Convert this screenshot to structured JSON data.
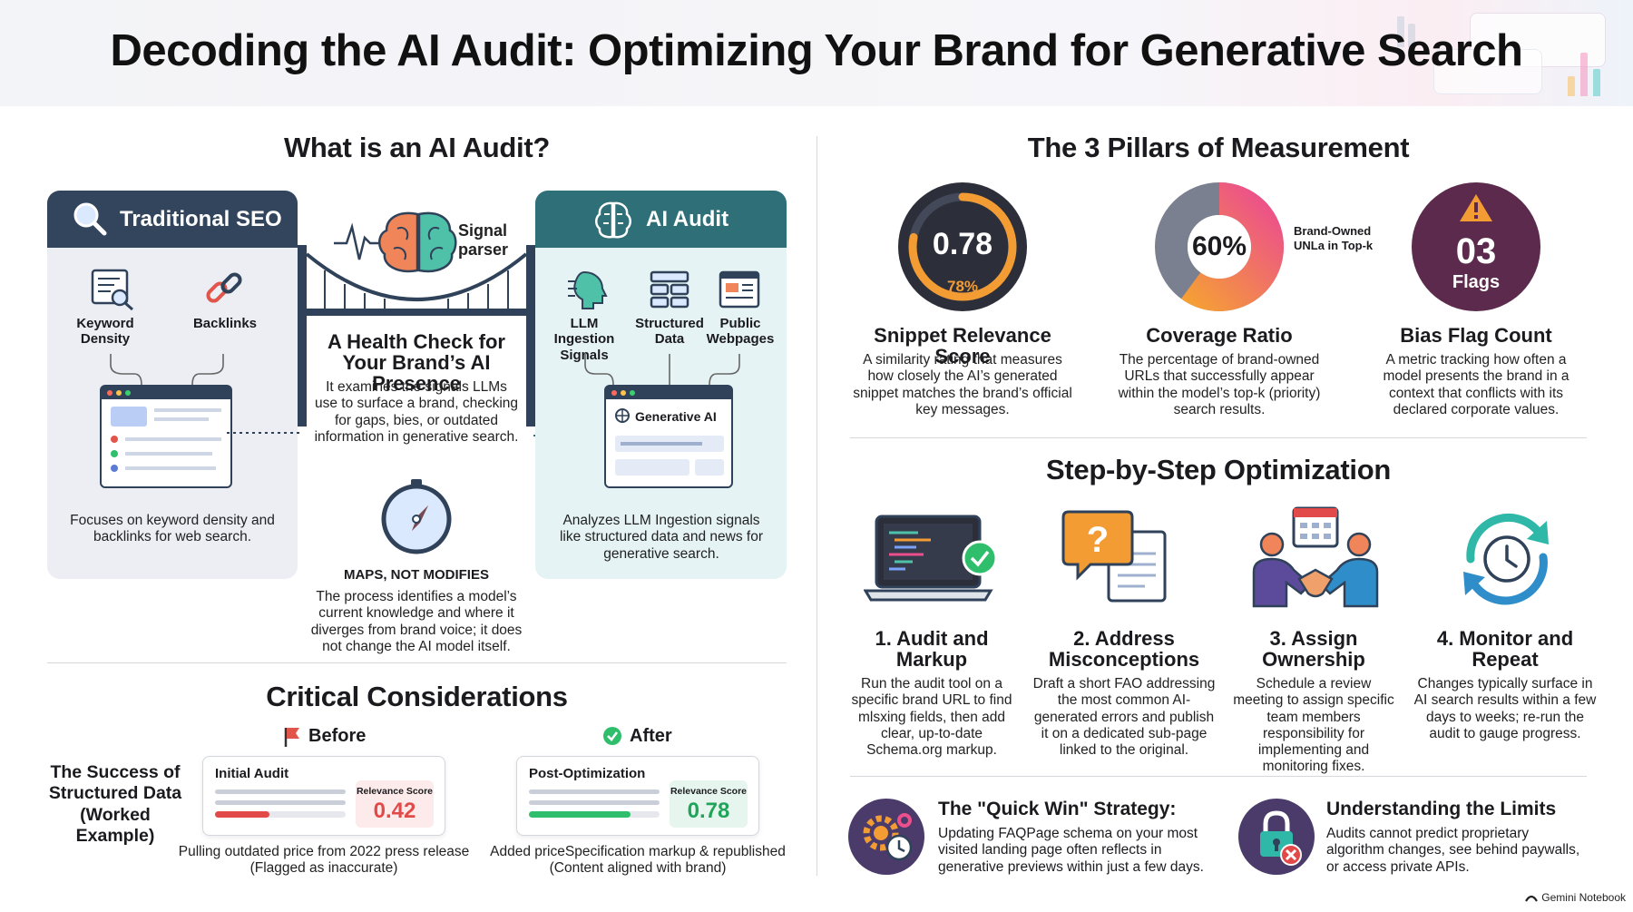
{
  "header": {
    "title": "Decoding the AI Audit: Optimizing Your Brand for Generative Search"
  },
  "colors": {
    "navy": "#2f4259",
    "teal": "#2f6f78",
    "orange": "#f39c34",
    "pink": "#ec4f8c",
    "purple": "#5a2a4e",
    "green": "#2fbf6c",
    "red": "#e24a4a"
  },
  "what": {
    "title": "What is an AI Audit?",
    "seo": {
      "title": "Traditional SEO",
      "item1": "Keyword Density",
      "item2": "Backlinks",
      "desc": "Focuses on keyword density and backlinks for web search."
    },
    "signal_parser": "Signal parser",
    "center_title": "A Health Check for Your Brand’s AI Presence",
    "center_desc": "It examines the signals LLMs use to surface a brand, checking for gaps, bies, or outdated information in generative search.",
    "maps_title": "MAPS, NOT MODIFIES",
    "maps_desc": "The process identifies a model’s current knowledge and where it diverges from brand voice; it does not change the AI model itself.",
    "audit": {
      "title": "AI Audit",
      "item1": "LLM Ingestion Signals",
      "item2": "Structured Data",
      "item3": "Public Webpages",
      "window_label": "Generative AI",
      "desc": "Analyzes LLM Ingestion signals like structured data and news for generative search."
    }
  },
  "critical": {
    "title": "Critical Considerations",
    "before_label": "Before",
    "after_label": "After",
    "example_title": "The Success of Structured Data (Worked Example)",
    "before": {
      "card_title": "Initial Audit",
      "score_label": "Relevance Score",
      "score": "0.42",
      "score_value": 0.42,
      "caption": "Pulling outdated price from 2022 press release (Flagged as inaccurate)"
    },
    "after": {
      "card_title": "Post-Optimization",
      "score_label": "Relevance Score",
      "score": "0.78",
      "score_value": 0.78,
      "caption": "Added priceSpecification markup & republished (Content aligned with brand)"
    }
  },
  "pillars": {
    "title": "The 3 Pillars of Measurement",
    "snippet": {
      "value": "0.78",
      "pct": "78%",
      "gauge_fraction": 0.78,
      "title": "Snippet Relevance Score",
      "desc": "A similarity rating that measures how closely the AI’s generated snippet matches the brand’s official key messages."
    },
    "coverage": {
      "value": "60%",
      "fraction": 0.6,
      "side_label": "Brand-Owned UNLa in Top-k",
      "title": "Coverage Ratio",
      "desc": "The percentage of brand-owned URLs that successfully appear within the model’s top-k (priority) search results."
    },
    "bias": {
      "value": "03",
      "unit": "Flags",
      "title": "Bias Flag Count",
      "desc": "A metric tracking how often a model presents the brand in a context that conflicts with its declared corporate values."
    }
  },
  "steps": {
    "title": "Step-by-Step Optimization",
    "items": [
      {
        "title": "1. Audit and Markup",
        "desc": "Run the audit tool on a specific brand URL to find mlsxing fields, then add clear, up-to-date Schema.org markup.",
        "icon": "laptop-check-icon"
      },
      {
        "title": "2. Address Misconceptions",
        "desc": "Draft a short FAO addressing the most common AI-generated errors and publish it on a dedicated sub-page linked to the original.",
        "icon": "question-document-icon"
      },
      {
        "title": "3. Assign Ownership",
        "desc": "Schedule a review meeting to assign specific team members responsibility for implementing and monitoring fixes.",
        "icon": "handshake-calendar-icon"
      },
      {
        "title": "4. Monitor and Repeat",
        "desc": "Changes typically surface in AI search results within a few days to weeks; re-run the audit to gauge progress.",
        "icon": "refresh-clock-icon"
      }
    ]
  },
  "quickwin": {
    "title": "The \"Quick Win\" Strategy:",
    "desc": "Updating FAQPage schema on your most visited landing page often reflects in generative previews within just a few days."
  },
  "limits": {
    "title": "Understanding the Limits",
    "desc": "Audits cannot predict proprietary algorithm changes, see behind paywalls, or access private APIs."
  },
  "footer": {
    "brand": "Gemini Notebook"
  }
}
